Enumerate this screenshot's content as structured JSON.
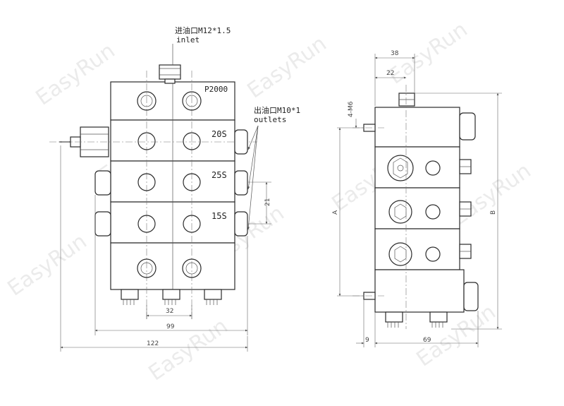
{
  "annotations": {
    "inlet_cn": "进油口M12*1.5",
    "inlet_en": "inlet",
    "outlet_cn": "出油口M10*1",
    "outlet_en": "outlets",
    "model": "P2000",
    "section_1": "20S",
    "section_2": "25S",
    "section_3": "15S"
  },
  "dimensions": {
    "outlet_pitch": "21",
    "bottom_spacing": "32",
    "body_width": "99",
    "overall_width": "122",
    "side_top_total": "38",
    "side_top_inner": "22",
    "mount_thread": "4-M6",
    "height_a": "A",
    "height_b": "B",
    "side_offset": "9",
    "side_depth": "69"
  },
  "watermark": "EasyRun"
}
